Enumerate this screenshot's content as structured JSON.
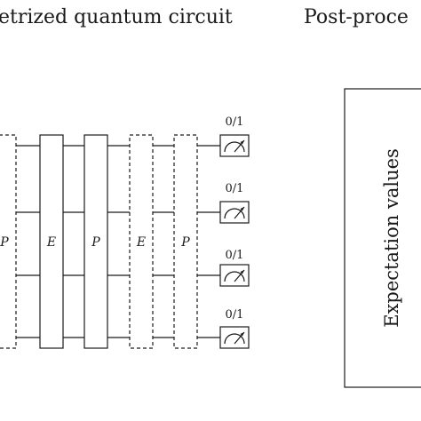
{
  "headers": {
    "circuit": "etrized quantum circuit",
    "post": "Post-proce"
  },
  "gates": [
    {
      "label": "P",
      "style": "dashed"
    },
    {
      "label": "E",
      "style": "solid"
    },
    {
      "label": "P",
      "style": "solid"
    },
    {
      "label": "E",
      "style": "dashed"
    },
    {
      "label": "P",
      "style": "dashed"
    }
  ],
  "measurements": [
    {
      "label": "0/1"
    },
    {
      "label": "0/1"
    },
    {
      "label": "0/1"
    },
    {
      "label": "0/1"
    }
  ],
  "meter_icon": "gauge-meter-icon",
  "postprocessing": {
    "label": "Expectation values"
  },
  "colors": {
    "stroke": "#1a1a1a",
    "background": "#ffffff"
  }
}
